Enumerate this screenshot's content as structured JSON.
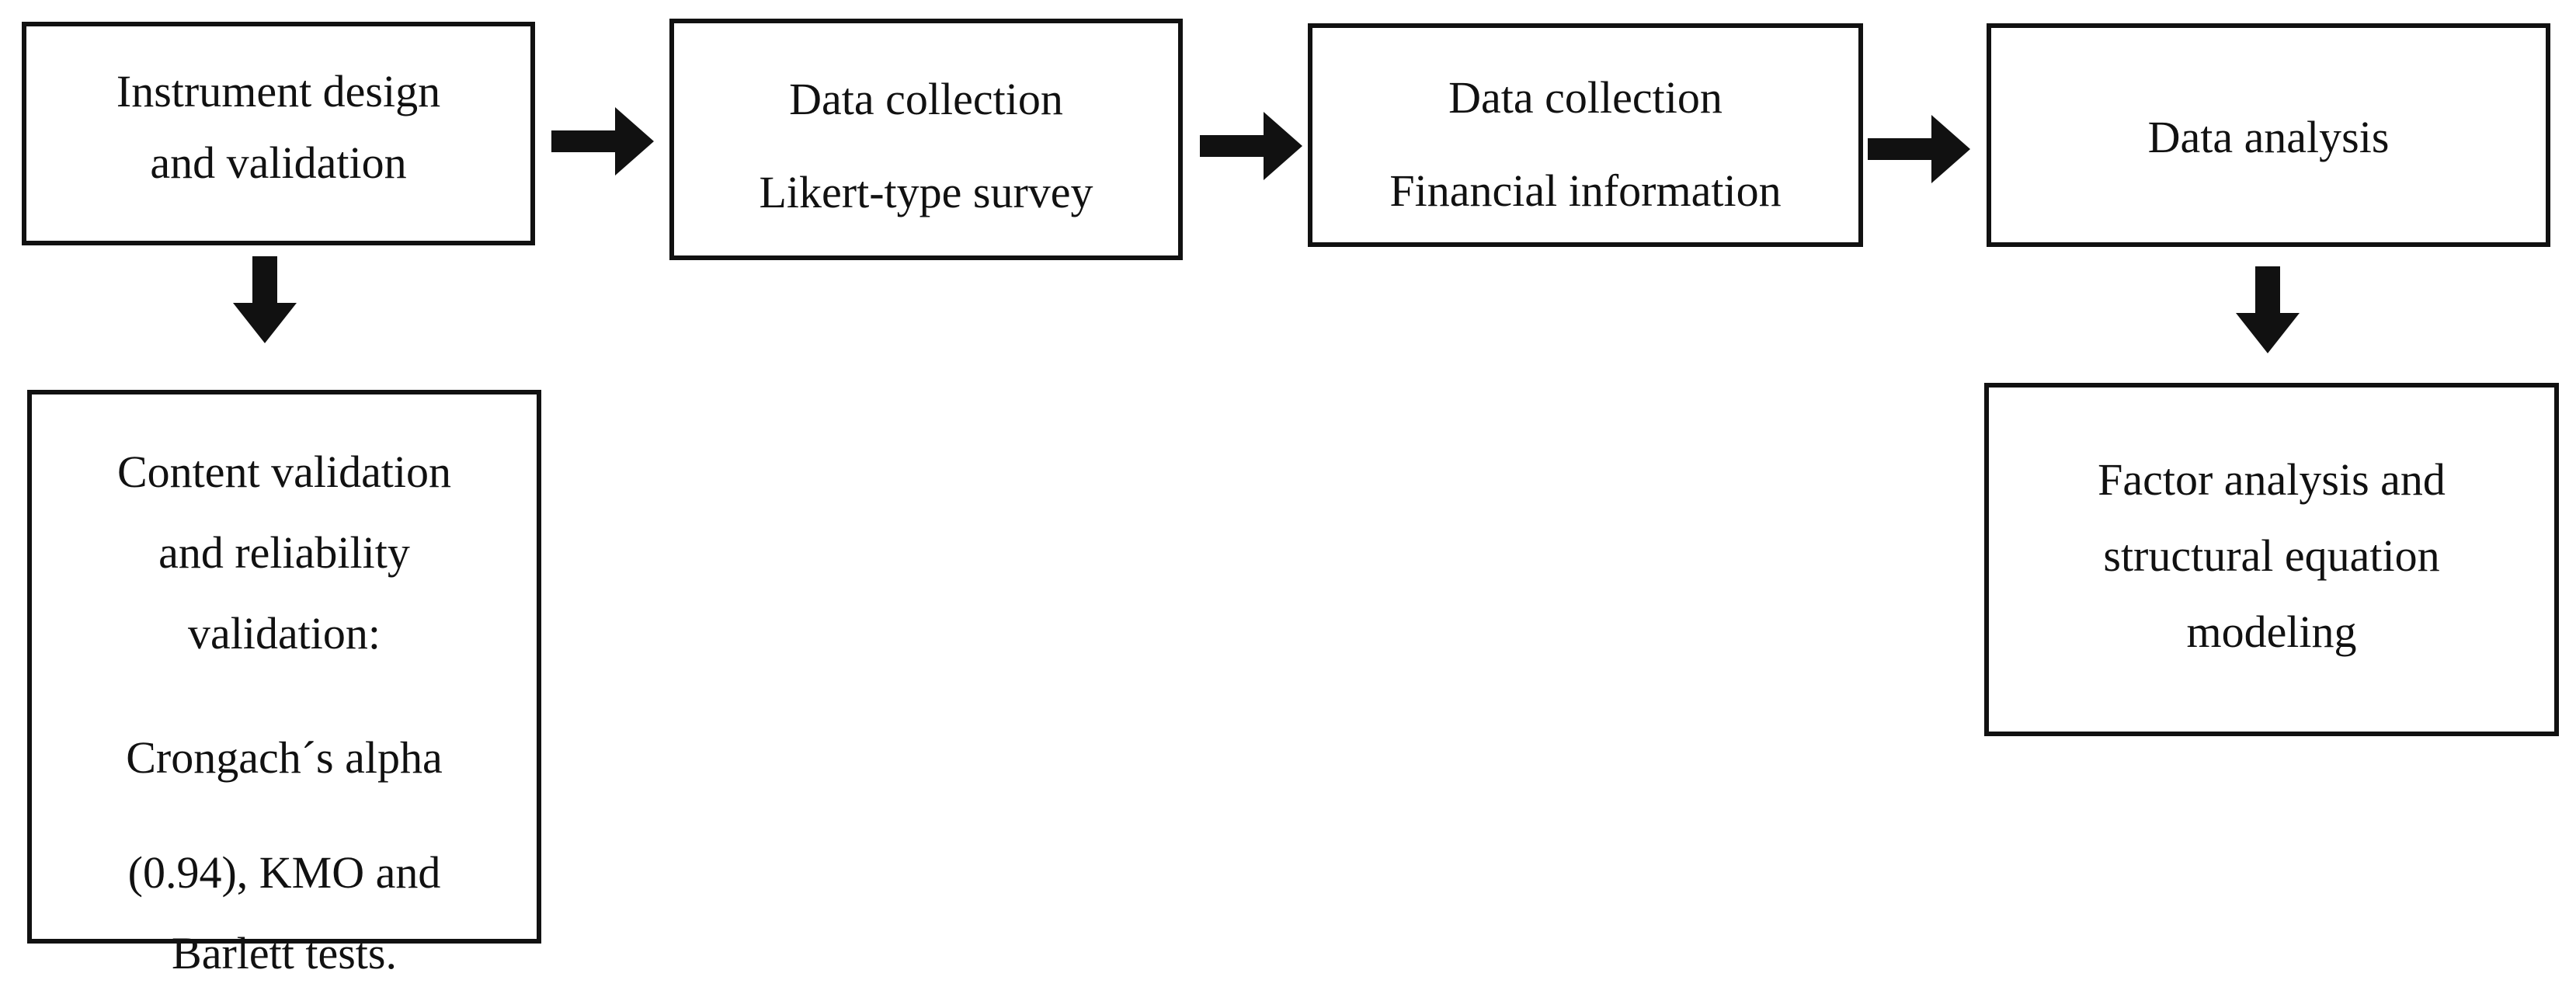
{
  "diagram": {
    "nodes": [
      {
        "id": "instrument",
        "lines": [
          "Instrument design",
          "and validation"
        ]
      },
      {
        "id": "collection-survey",
        "lines": [
          "Data collection",
          "Likert-type survey"
        ]
      },
      {
        "id": "collection-financial",
        "lines": [
          "Data collection",
          "Financial information"
        ]
      },
      {
        "id": "analysis",
        "lines": [
          "Data analysis"
        ]
      },
      {
        "id": "validation",
        "lines": [
          "Content validation",
          "and reliability",
          "validation:",
          "Crongach´s alpha",
          "(0.94), KMO and",
          "Barlett tests."
        ]
      },
      {
        "id": "factor",
        "lines": [
          "Factor analysis and",
          "structural equation",
          "modeling"
        ]
      }
    ],
    "edges": [
      {
        "from": "instrument",
        "to": "collection-survey"
      },
      {
        "from": "collection-survey",
        "to": "collection-financial"
      },
      {
        "from": "collection-financial",
        "to": "analysis"
      },
      {
        "from": "instrument",
        "to": "validation"
      },
      {
        "from": "analysis",
        "to": "factor"
      }
    ],
    "colors": {
      "stroke": "#111111",
      "fill": "#ffffff"
    }
  }
}
